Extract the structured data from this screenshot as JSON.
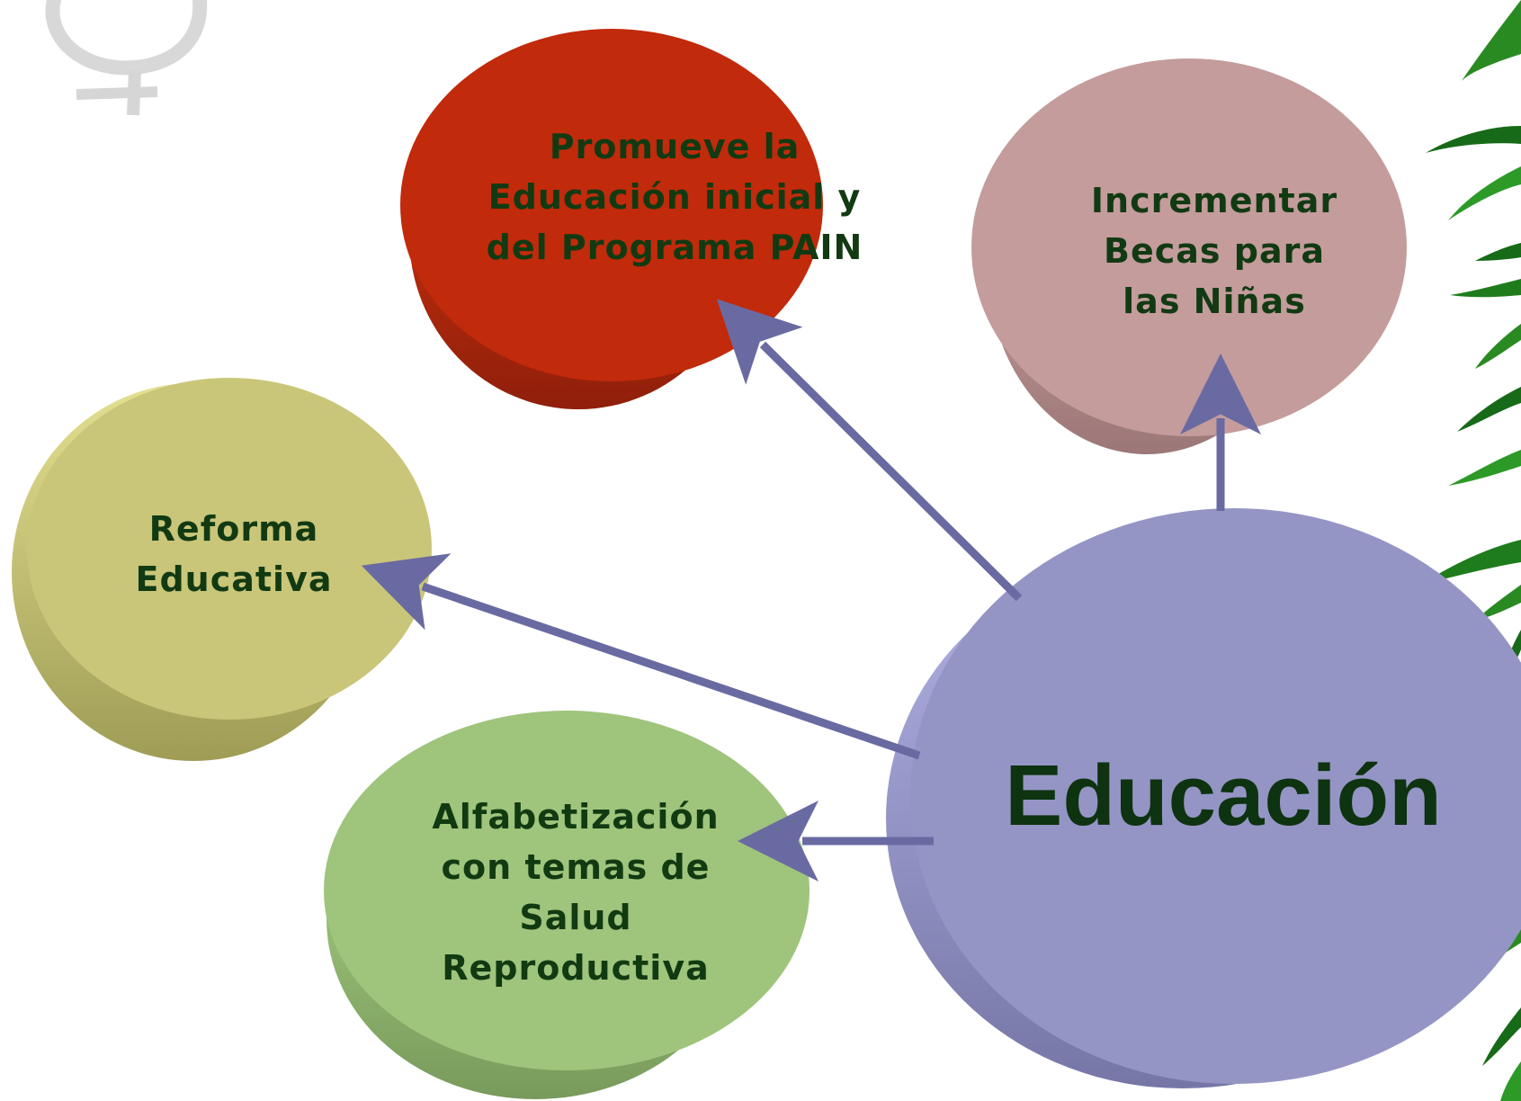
{
  "center": {
    "label": "Educación"
  },
  "nodes": {
    "pain": {
      "lines": [
        "Promueve la",
        "Educación inicial y",
        "del Programa PAIN"
      ]
    },
    "becas": {
      "lines": [
        "Incrementar",
        "Becas para",
        "las Niñas"
      ]
    },
    "reforma": {
      "lines": [
        "Reforma",
        "Educativa"
      ]
    },
    "alfabetizacion": {
      "lines": [
        "Alfabetización",
        "con temas de",
        "Salud",
        "Reproductiva"
      ]
    }
  },
  "colors": {
    "center": "#9595c5",
    "pain": "#c42a0e",
    "becas": "#c49c9c",
    "reforma": "#c9c679",
    "alfabetizacion": "#9fc47c",
    "arrow": "#6a6aa2",
    "text": "#123a12"
  },
  "icons": [
    "venus-symbol-icon",
    "bamboo-leaves-icon"
  ]
}
